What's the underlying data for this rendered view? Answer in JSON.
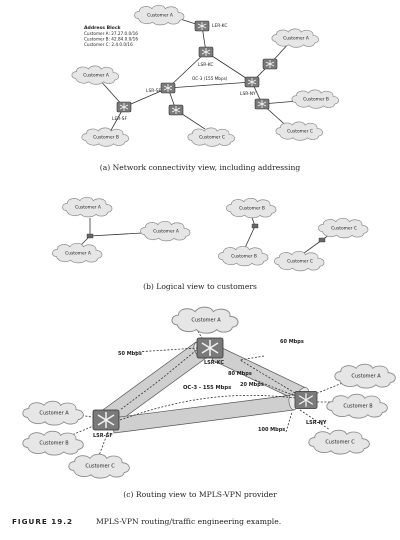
{
  "panel_a": {
    "address_block": {
      "title": "Address Block",
      "lines": [
        "Customer A: 27.27.0.0/16",
        "Customer B: 42.84.0.0/16",
        "Customer C: 2.4.0.0/16"
      ]
    },
    "routers": {
      "ler_kc": "LER-KC",
      "lsr_kc": "LSR-KC",
      "lsr_sf": "LSR-SF",
      "ler_sf": "LER-SF",
      "lsr_ny": "LSR-NY"
    },
    "customers": {
      "top_a": "Customer A",
      "left_a": "Customer A",
      "left_b": "Customer B",
      "mid_c": "Customer C",
      "right_a": "Customer A",
      "right_b": "Customer B",
      "right_c": "Customer C"
    },
    "link_oc3": "OC-3 (155 Mbps)",
    "caption": "(a) Network connectivity view, including addressing"
  },
  "panel_b": {
    "customers": {
      "a1": "Customer A",
      "a2": "Customer A",
      "a3": "Customer A",
      "b1": "Customer B",
      "b2": "Customer B",
      "c1": "Customer C",
      "c2": "Customer C"
    },
    "caption": "(b) Logical view to customers"
  },
  "panel_c": {
    "customers": {
      "top_a": "Customer A",
      "right_a": "Customer A",
      "right_b": "Customer B",
      "right_c": "Customer C",
      "left_a": "Customer A",
      "left_b": "Customer B",
      "left_c": "Customer C"
    },
    "routers": {
      "lsr_kc": "LSR-KC",
      "lsr_sf": "LSR-SF",
      "lsr_ny": "LSR-NY"
    },
    "links": {
      "m50": "50 Mbps",
      "m60": "60 Mbps",
      "m80": "80 Mbps",
      "m20": "20 Mbps",
      "m100": "100 Mbps",
      "oc3": "OC-3 - 155 Mbps"
    },
    "caption": "(c) Routing view to MPLS-VPN provider"
  },
  "figure": {
    "label": "FIGURE 19.2",
    "title": "MPLS-VPN routing/traffic engineering example."
  },
  "colors": {
    "cloud_fill": "#e6e6e6",
    "cloud_stroke": "#8a8a8a",
    "router_fill": "#7a7a7a",
    "tube_fill": "#cfcfcf"
  }
}
